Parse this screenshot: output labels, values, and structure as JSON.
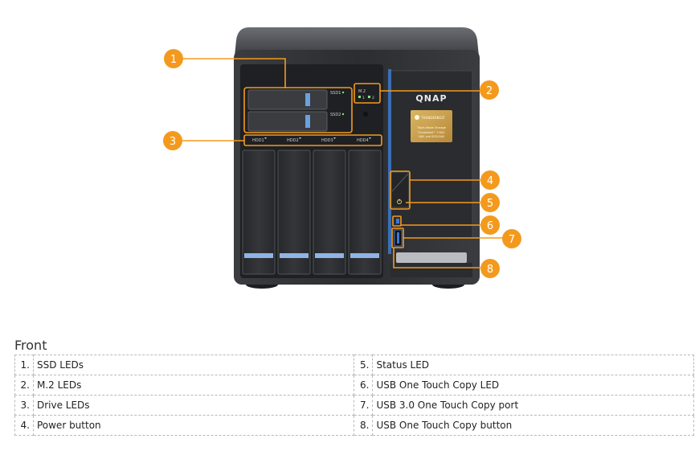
{
  "device": {
    "brand": "QNAP",
    "badge_title": "THUNDERBOLT",
    "badge_line1": "Triple-Mode Storage",
    "badge_line2": "Thunderbolt™ 3 DAS,",
    "badge_line3": "NAS, and iSCSI-SAN",
    "ssd_labels": [
      "SSD1",
      "SSD2"
    ],
    "m2_label": "M.2",
    "m2_slots": [
      "1",
      "2"
    ],
    "hdd_labels": [
      "HDD1",
      "HDD2",
      "HDD3",
      "HDD4"
    ]
  },
  "callouts": [
    "1",
    "2",
    "3",
    "4",
    "5",
    "6",
    "7",
    "8"
  ],
  "colors": {
    "callout": "#f39a1e",
    "chassis": "#2b2d30",
    "gold": "#c9a04c"
  },
  "section": {
    "title": "Front"
  },
  "legend": [
    {
      "num": "1.",
      "label": "SSD LEDs"
    },
    {
      "num": "2.",
      "label": "M.2 LEDs"
    },
    {
      "num": "3.",
      "label": "Drive LEDs"
    },
    {
      "num": "4.",
      "label": "Power button"
    },
    {
      "num": "5.",
      "label": "Status LED"
    },
    {
      "num": "6.",
      "label": "USB One Touch Copy LED"
    },
    {
      "num": "7.",
      "label": "USB 3.0 One Touch Copy port"
    },
    {
      "num": "8.",
      "label": "USB One Touch Copy button"
    }
  ]
}
